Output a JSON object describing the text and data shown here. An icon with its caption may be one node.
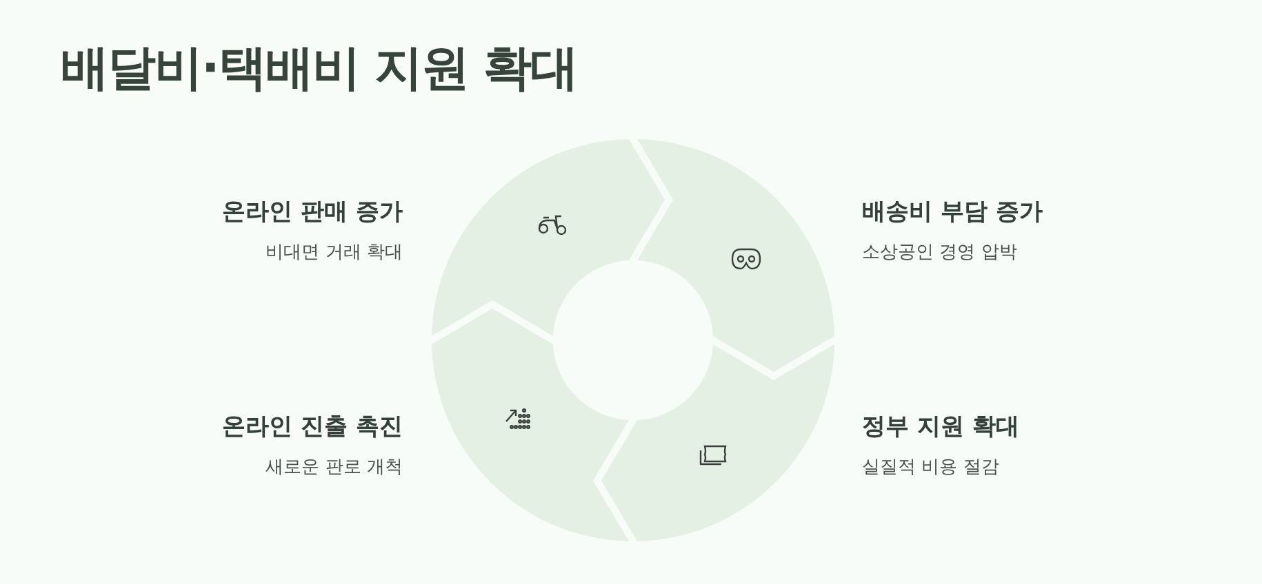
{
  "diagram": {
    "title": "배달비·택배비 지원 확대",
    "nodes": [
      {
        "text": [
          "온라인 판매 증가",
          "비대면 거래 확대"
        ]
      },
      {
        "text": [
          "배송비 부담 증가",
          "소상공인 경영 압박"
        ]
      },
      {
        "text": [
          "온라인 진출 촉진",
          "새로운 판로 개척"
        ]
      },
      {
        "text": [
          "정부 지원 확대",
          "실질적 비용 절감"
        ]
      }
    ]
  }
}
